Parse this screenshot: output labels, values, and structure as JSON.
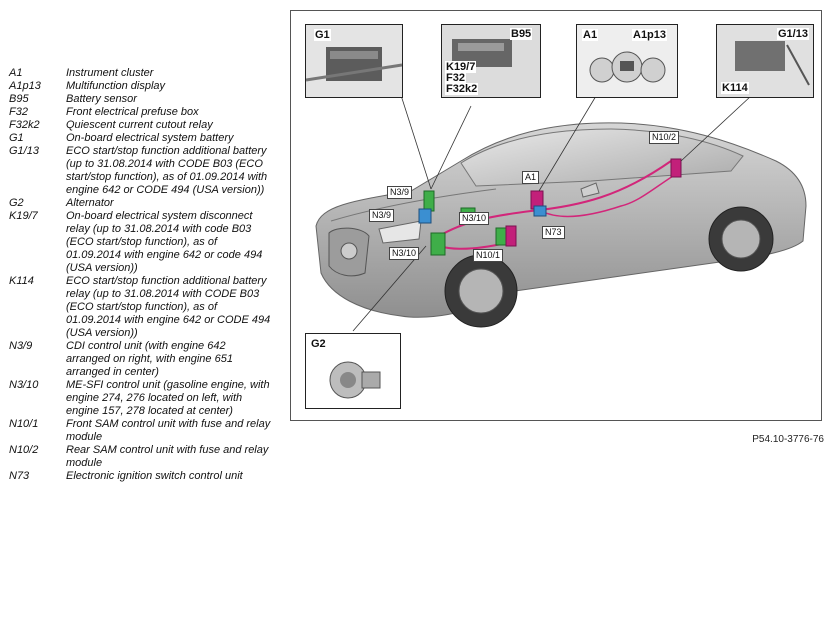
{
  "legend": [
    {
      "code": "A1",
      "desc": "Instrument cluster"
    },
    {
      "code": "A1p13",
      "desc": "Multifunction display"
    },
    {
      "code": "B95",
      "desc": "Battery sensor"
    },
    {
      "code": "F32",
      "desc": "Front electrical prefuse box"
    },
    {
      "code": "F32k2",
      "desc": "Quiescent current cutout relay"
    },
    {
      "code": "G1",
      "desc": "On-board electrical system battery"
    },
    {
      "code": "G1/13",
      "desc": "ECO start/stop function additional battery (up to 31.08.2014 with CODE B03 (ECO start/stop function), as of 01.09.2014 with engine 642 or CODE 494 (USA version))"
    },
    {
      "code": "G2",
      "desc": "Alternator"
    },
    {
      "code": "K19/7",
      "desc": "On-board electrical system disconnect relay (up to 31.08.2014 with code B03 (ECO start/stop function), as of 01.09.2014 with engine 642 or code 494 (USA version))"
    },
    {
      "code": "K114",
      "desc": "ECO start/stop function additional battery relay (up to 31.08.2014 with CODE B03 (ECO start/stop function), as of 01.09.2014 with engine 642 or CODE 494 (USA version))"
    },
    {
      "code": "N3/9",
      "desc": "CDI control unit (with engine 642 arranged on right, with engine 651 arranged in center)"
    },
    {
      "code": "N3/10",
      "desc": "ME-SFI control unit (gasoline engine, with engine 274, 276 located on left, with engine 157, 278 located at center)"
    },
    {
      "code": "N10/1",
      "desc": "Front SAM control unit with fuse and relay module"
    },
    {
      "code": "N10/2",
      "desc": "Rear SAM control unit with fuse and relay module"
    },
    {
      "code": "N73",
      "desc": "Electronic ignition switch control unit"
    }
  ],
  "figure": {
    "ref": "P54.10-3776-76",
    "insets": {
      "g1": "G1",
      "relay": {
        "b95": "B95",
        "k19": "K19/7",
        "f32": "F32",
        "f32k2": "F32k2"
      },
      "cluster": {
        "a1": "A1",
        "a1p13": "A1p13"
      },
      "aux": {
        "g113": "G1/13",
        "k114": "K114"
      },
      "g2": "G2"
    },
    "callouts": {
      "n102": "N10/2",
      "a1": "A1",
      "n39a": "N3/9",
      "n39b": "N3/9",
      "n310a": "N3/10",
      "n73": "N73",
      "n310b": "N3/10",
      "n101": "N10/1"
    }
  },
  "colors": {
    "car_body": "#b9b9b9",
    "wiring": "#d2267a",
    "component_green": "#3fae49",
    "component_blue": "#3b8fd1",
    "component_magenta": "#c2207a"
  }
}
